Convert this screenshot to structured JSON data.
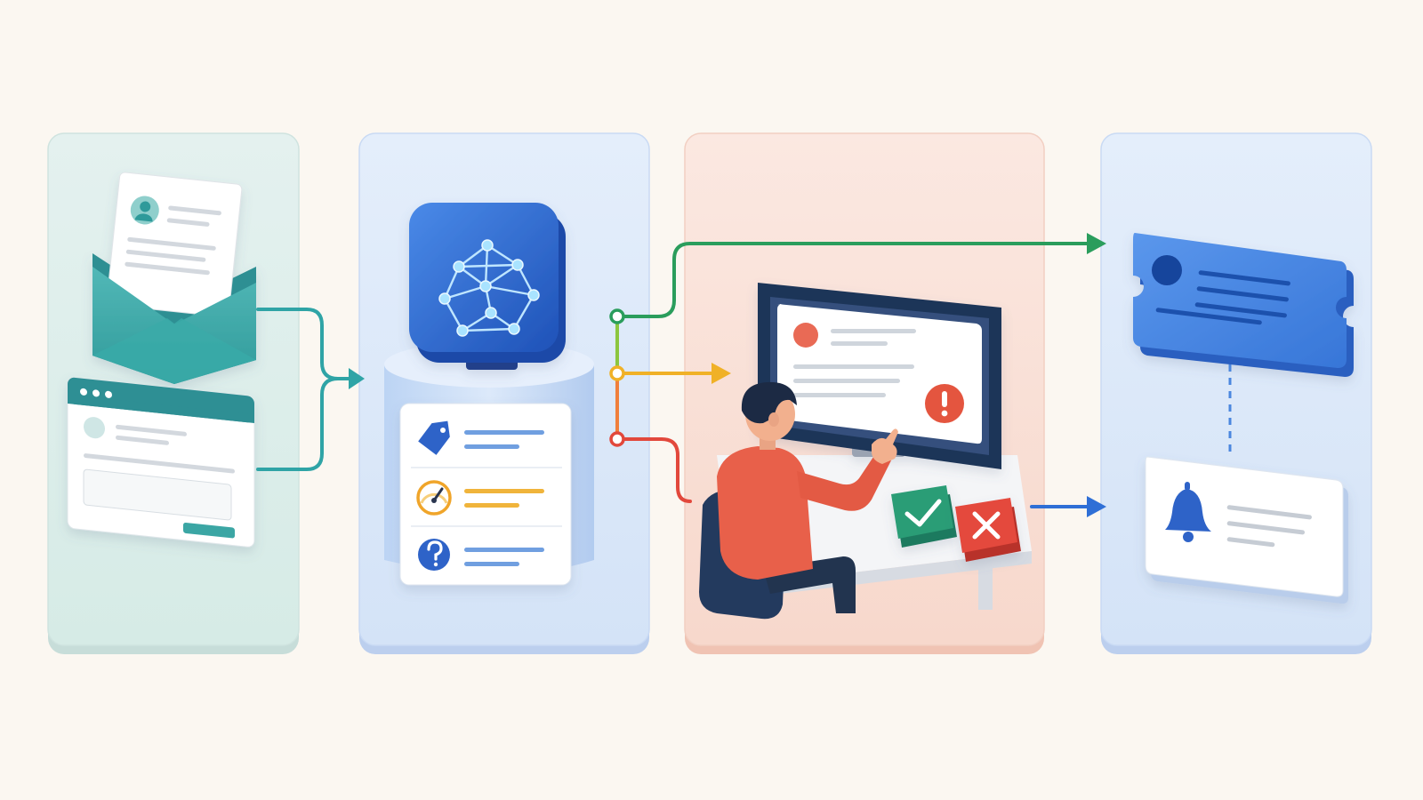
{
  "diagram": {
    "stages": [
      {
        "id": "intake",
        "theme": "teal",
        "icons": [
          "email-with-letter-icon",
          "web-form-icon"
        ]
      },
      {
        "id": "ai-classification",
        "theme": "blue",
        "icons": [
          "neural-network-icon",
          "tag-icon",
          "gauge-icon",
          "question-icon"
        ]
      },
      {
        "id": "human-review",
        "theme": "peach",
        "icons": [
          "monitor-icon",
          "alert-icon",
          "approve-check-icon",
          "reject-x-icon"
        ]
      },
      {
        "id": "outcomes",
        "theme": "blue",
        "icons": [
          "ticket-icon",
          "bell-notification-icon"
        ]
      }
    ],
    "routes": [
      {
        "id": "route-green",
        "color": "#2a9d5c",
        "target": "ticket"
      },
      {
        "id": "route-yellow",
        "color": "#f0b127",
        "target": "human-review"
      },
      {
        "id": "route-red",
        "color": "#e2483c",
        "target": "human-review"
      }
    ],
    "colors": {
      "background": "#fbf7f1",
      "teal": "#2fa4a6",
      "blue": "#2f6fd6",
      "peach": "#f6c9b8",
      "alert_red": "#e4553f",
      "approve_green": "#2a9d76"
    }
  }
}
